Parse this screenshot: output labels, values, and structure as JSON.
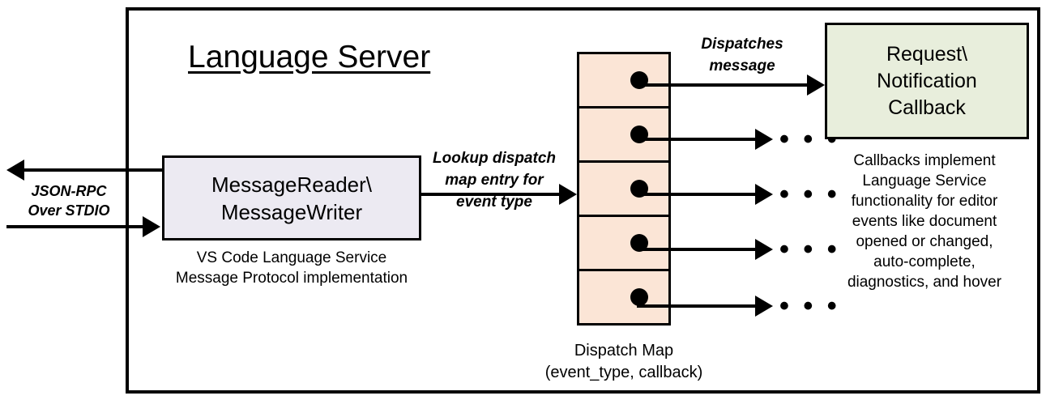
{
  "diagram": {
    "title": "Language Server",
    "frame_border_color": "#000000",
    "background": "#ffffff"
  },
  "io": {
    "protocol_label_line1": "JSON-RPC",
    "protocol_label_line2": "Over STDIO",
    "outbound_arrow": "arrow-left-icon",
    "inbound_arrow": "arrow-right-icon"
  },
  "message_component": {
    "line1": "MessageReader\\",
    "line2": "MessageWriter",
    "fill": "#ECEAF2",
    "caption_line1": "VS Code Language Service",
    "caption_line2": "Message Protocol implementation"
  },
  "lookup": {
    "line1": "Lookup dispatch",
    "line2": "map entry for",
    "line3": "event type"
  },
  "dispatch_map": {
    "fill": "#FBE5D6",
    "caption_line1": "Dispatch Map",
    "caption_line2": "(event_type, callback)",
    "cells": [
      {
        "dot": "entry-dot-1"
      },
      {
        "dot": "entry-dot-2"
      },
      {
        "dot": "entry-dot-3"
      },
      {
        "dot": "entry-dot-4"
      },
      {
        "dot": "entry-dot-5"
      }
    ]
  },
  "dispatch": {
    "label_line1": "Dispatches",
    "label_line2": "message"
  },
  "callback": {
    "line1": "Request\\",
    "line2": "Notification",
    "line3": "Callback",
    "fill": "#E8EEDC",
    "caption_line1": "Callbacks implement",
    "caption_line2": "Language Service",
    "caption_line3": "functionality for editor",
    "caption_line4": "events like document",
    "caption_line5": "opened or changed,",
    "caption_line6": "auto-complete,",
    "caption_line7": "diagnostics, and hover"
  },
  "ellipsis": {
    "glyph": "• • •"
  }
}
